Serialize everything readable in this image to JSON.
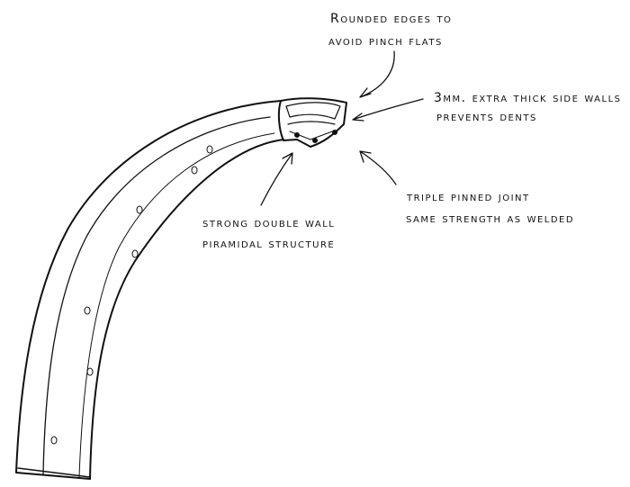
{
  "annotations": {
    "rounded_edges": {
      "line1": "Rounded edges to",
      "line2": "avoid pinch flats"
    },
    "side_walls": {
      "line1": "3mm. extra thick side walls",
      "line2": "prevents dents"
    },
    "double_wall": {
      "line1": "strong double wall",
      "line2": "piramidal structure"
    },
    "pinned_joint": {
      "line1": "triple pinned joint",
      "line2": "same strength as welded"
    }
  },
  "colors": {
    "ink": "#111111",
    "paper": "#ffffff"
  }
}
